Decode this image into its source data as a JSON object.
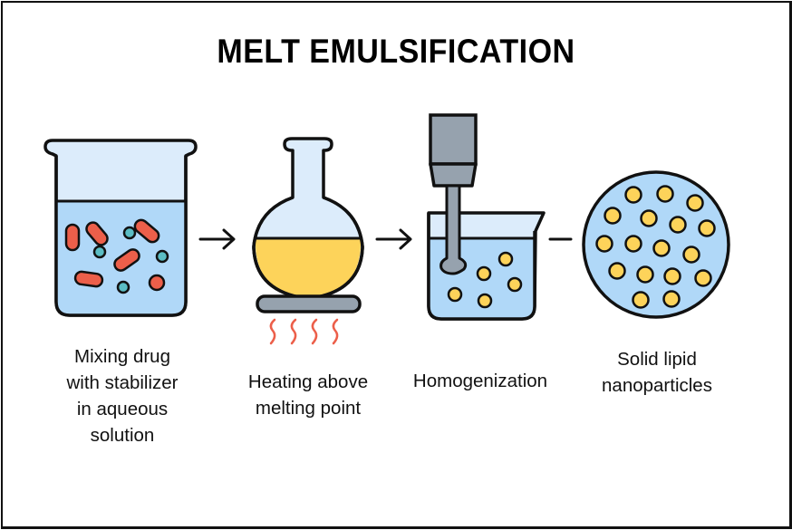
{
  "title": "MELT EMULSIFICATION",
  "colors": {
    "outline": "#111111",
    "beaker_empty": "#dcecfb",
    "liquid": "#b0d8f8",
    "drug": "#ec5f4a",
    "stabilizer": "#5bbdc4",
    "lipid": "#fdd35a",
    "metal": "#96a2ae",
    "flame": "#ec5f4a"
  },
  "steps": [
    {
      "id": "mixing",
      "label": "Mixing drug\nwith stabilizer\nin aqueous\nsolution",
      "icon": "beaker-with-particles"
    },
    {
      "id": "heating",
      "label": "Heating above\nmelting point",
      "icon": "round-flask-on-hotplate"
    },
    {
      "id": "homogenization",
      "label": "Homogenization",
      "icon": "homogenizer-in-beaker"
    },
    {
      "id": "nanoparticles",
      "label": "Solid lipid\nnanoparticles",
      "icon": "nanoparticle-circle"
    }
  ],
  "connectors": [
    "arrow",
    "arrow",
    "line"
  ]
}
